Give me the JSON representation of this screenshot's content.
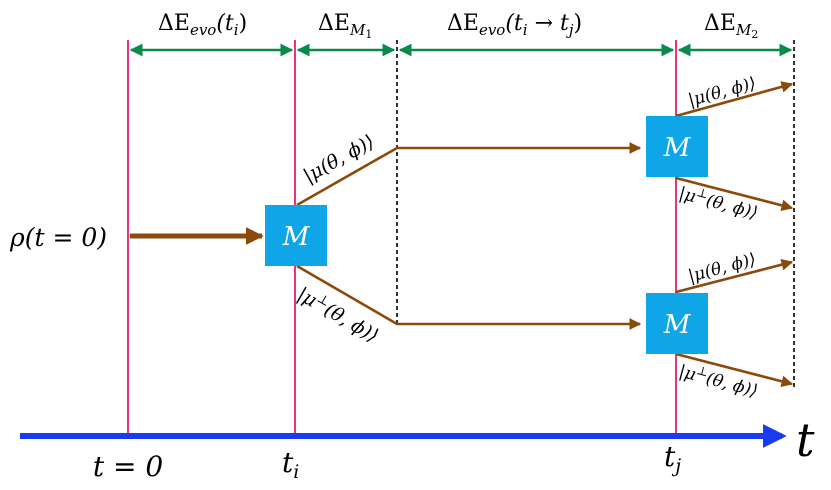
{
  "colors": {
    "timeline": "#e8347f",
    "dashed": "#000000",
    "interval_arrow": "#0a8a4a",
    "path_arrow": "#8b4a0c",
    "box": "#0fa6e8",
    "time_axis": "#1a3cf0"
  },
  "labels": {
    "delta_evo_ti": "ΔE",
    "delta_evo_ti_sub": "evo",
    "delta_evo_ti_arg": "(t",
    "delta_evo_ti_arg_sub": "i",
    "delta_evo_ti_close": ")",
    "delta_m1": "ΔE",
    "delta_m1_sub": "M",
    "delta_m1_subsub": "1",
    "delta_evo_tij": "ΔE",
    "delta_evo_tij_sub": "evo",
    "delta_evo_tij_arg": "(t",
    "delta_evo_tij_arg_sub1": "i",
    "delta_evo_tij_arrow": " → t",
    "delta_evo_tij_arg_sub2": "j",
    "delta_evo_tij_close": ")",
    "delta_m2": "ΔE",
    "delta_m2_sub": "M",
    "delta_m2_subsub": "2",
    "rho": "ρ(t = 0)",
    "measurement": "M",
    "ket_mu": "|μ(θ, ϕ)⟩",
    "ket_mu_perp_a": "|μ",
    "ket_mu_perp_b": "⊥",
    "ket_mu_perp_c": "(θ, ϕ)⟩",
    "t_zero": "t = 0",
    "t_i": "t",
    "t_i_sub": "i",
    "t_j": "t",
    "t_j_sub": "j",
    "t_axis": "t"
  }
}
